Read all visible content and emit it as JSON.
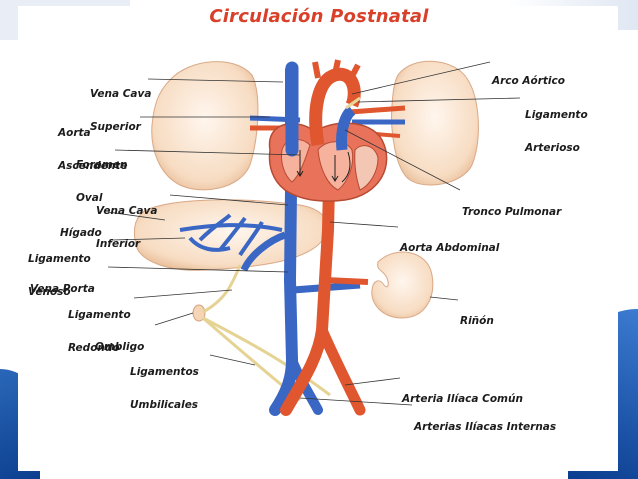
{
  "title": "Circulación Postnatal",
  "labels": {
    "vena_cava_superior": [
      "Vena Cava",
      "Superior"
    ],
    "aorta_ascendente": [
      "Aorta",
      "Ascendente"
    ],
    "foramen_oval": [
      "Foramen",
      "Oval"
    ],
    "vena_cava_inferior": [
      "Vena Cava",
      "Inferior"
    ],
    "higado": [
      "Hígado"
    ],
    "ligamento_venoso": [
      "Ligamento",
      "Venoso"
    ],
    "vena_porta": [
      "Vena Porta"
    ],
    "ligamento_redondo": [
      "Ligamento",
      "Redondo"
    ],
    "ombligo": [
      "Ombligo"
    ],
    "ligamentos_umbilicales": [
      "Ligamentos",
      "Umbilicales"
    ],
    "arco_aortico": [
      "Arco Aórtico"
    ],
    "ligamento_arterioso": [
      "Ligamento",
      "Arterioso"
    ],
    "tronco_pulmonar": [
      "Tronco Pulmonar"
    ],
    "aorta_abdominal": [
      "Aorta Abdominal"
    ],
    "rinon": [
      "Riñón"
    ],
    "arteria_iliaca_comun": [
      "Arteria Ilíaca Común"
    ],
    "arterias_iliacas_internas": [
      "Arterias Ilíacas Internas"
    ]
  },
  "colors": {
    "title": "#d8402a",
    "artery": "#e0562e",
    "vein": "#3a66c4",
    "organ": "#f5dcc3",
    "ligament": "#e9d79a"
  }
}
